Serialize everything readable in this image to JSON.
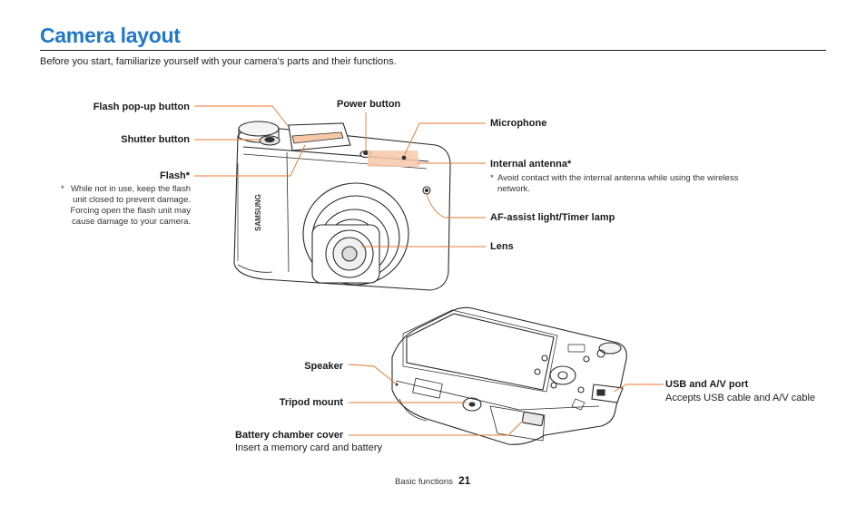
{
  "header": {
    "title": "Camera layout",
    "intro": "Before you start, familiarize yourself with your camera's parts and their functions."
  },
  "top_view": {
    "brand": "SAMSUNG",
    "labels": {
      "flash_popup": "Flash pop-up button",
      "shutter": "Shutter button",
      "flash": "Flash*",
      "power": "Power button",
      "microphone": "Microphone",
      "internal_antenna": "Internal antenna*",
      "af_assist": "AF-assist light/Timer lamp",
      "lens": "Lens"
    },
    "notes": {
      "flash_star": "*",
      "flash_note": "While not in use, keep the flash unit closed to prevent damage. Forcing open the flash unit may cause damage to your camera.",
      "antenna_star": "*",
      "antenna_note": "Avoid contact with the internal antenna while using the wireless network."
    }
  },
  "bottom_view": {
    "labels": {
      "speaker": "Speaker",
      "tripod": "Tripod mount",
      "battery_cover": "Battery chamber cover",
      "battery_cover_desc": "Insert a memory card and battery",
      "usb": "USB and A/V port",
      "usb_desc": "Accepts USB cable and A/V cable"
    }
  },
  "footer": {
    "section": "Basic functions",
    "page": "21"
  },
  "colors": {
    "title": "#1f78c8",
    "callout_line": "#e8772e",
    "highlight": "#f6c8a8"
  }
}
